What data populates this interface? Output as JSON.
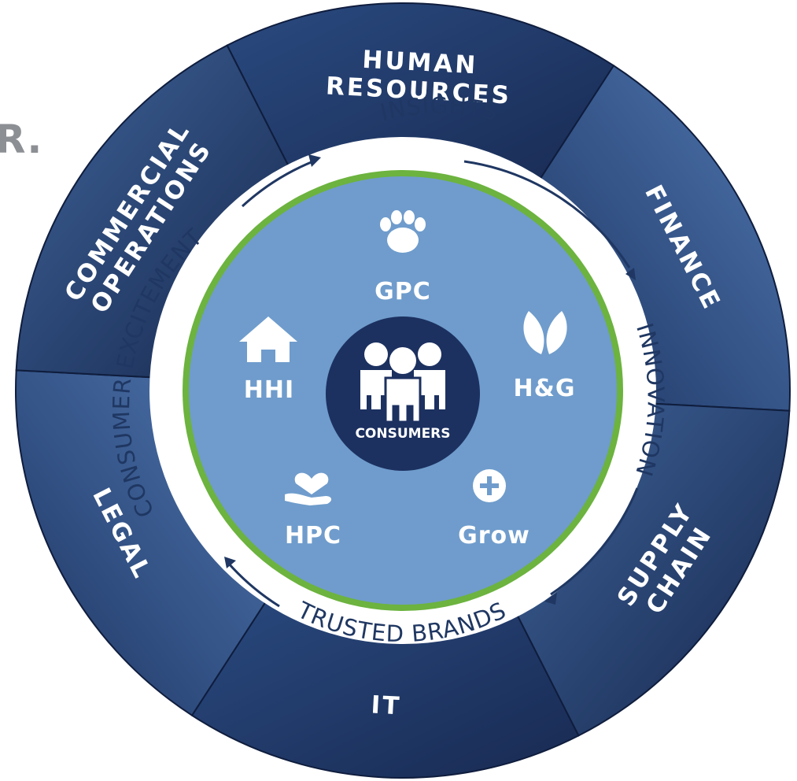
{
  "corner_text": "R.",
  "functions": [
    {
      "id": "human-resources",
      "lines": [
        "HUMAN",
        "RESOURCES"
      ]
    },
    {
      "id": "finance",
      "lines": [
        "FINANCE"
      ]
    },
    {
      "id": "supply-chain",
      "lines": [
        "SUPPLY",
        "CHAIN"
      ]
    },
    {
      "id": "it",
      "lines": [
        "IT"
      ]
    },
    {
      "id": "legal",
      "lines": [
        "LEGAL"
      ]
    },
    {
      "id": "commercial-operations",
      "lines": [
        "COMMERCIAL",
        "OPERATIONS"
      ]
    }
  ],
  "cycle": [
    "INSIGHTS",
    "INNOVATION",
    "TRUSTED BRANDS",
    "CONSUMER EXCITEMENT"
  ],
  "center": {
    "label": "CONSUMERS",
    "icon": "people-icon"
  },
  "businesses": [
    {
      "label": "GPC",
      "icon": "paw-icon"
    },
    {
      "label": "H&G",
      "icon": "leaf-icon"
    },
    {
      "label": "Grow",
      "icon": "plus-circle-icon"
    },
    {
      "label": "HPC",
      "icon": "heart-hand-icon"
    },
    {
      "label": "HHI",
      "icon": "house-icon"
    }
  ],
  "colors": {
    "outer_dark": "#1a2d55",
    "outer_mid": "#2c4c82",
    "outer_light": "#4d74ad",
    "ring": "#ffffff",
    "green": "#6cb33f",
    "inner": "#6f9ccc",
    "hub": "#1c3160",
    "text_dark": "#1f3762"
  }
}
